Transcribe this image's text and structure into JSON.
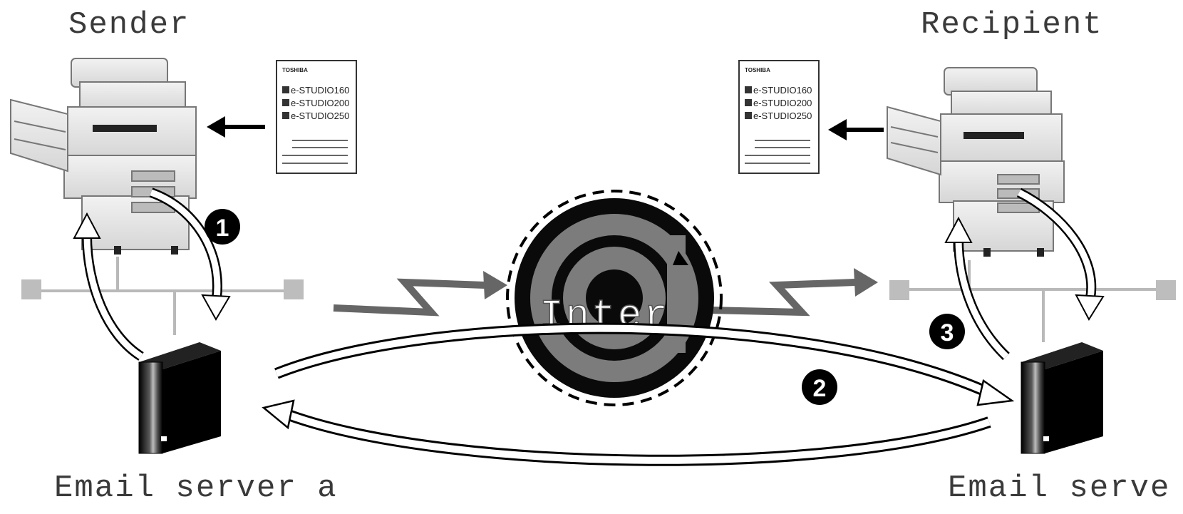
{
  "labels": {
    "sender": "Sender",
    "recipient": "Recipient",
    "email_server_a": "Email server a",
    "email_server_b": "Email serve",
    "internet": "Inter"
  },
  "steps": [
    "1",
    "2",
    "3"
  ],
  "document": {
    "brand": "TOSHIBA",
    "models": [
      "e-STUDIO160",
      "e-STUDIO200",
      "e-STUDIO250"
    ]
  },
  "icons": {
    "internet": "at-sign-globe-icon",
    "server": "server-tower-icon",
    "copier": "multifunction-copier-icon"
  }
}
